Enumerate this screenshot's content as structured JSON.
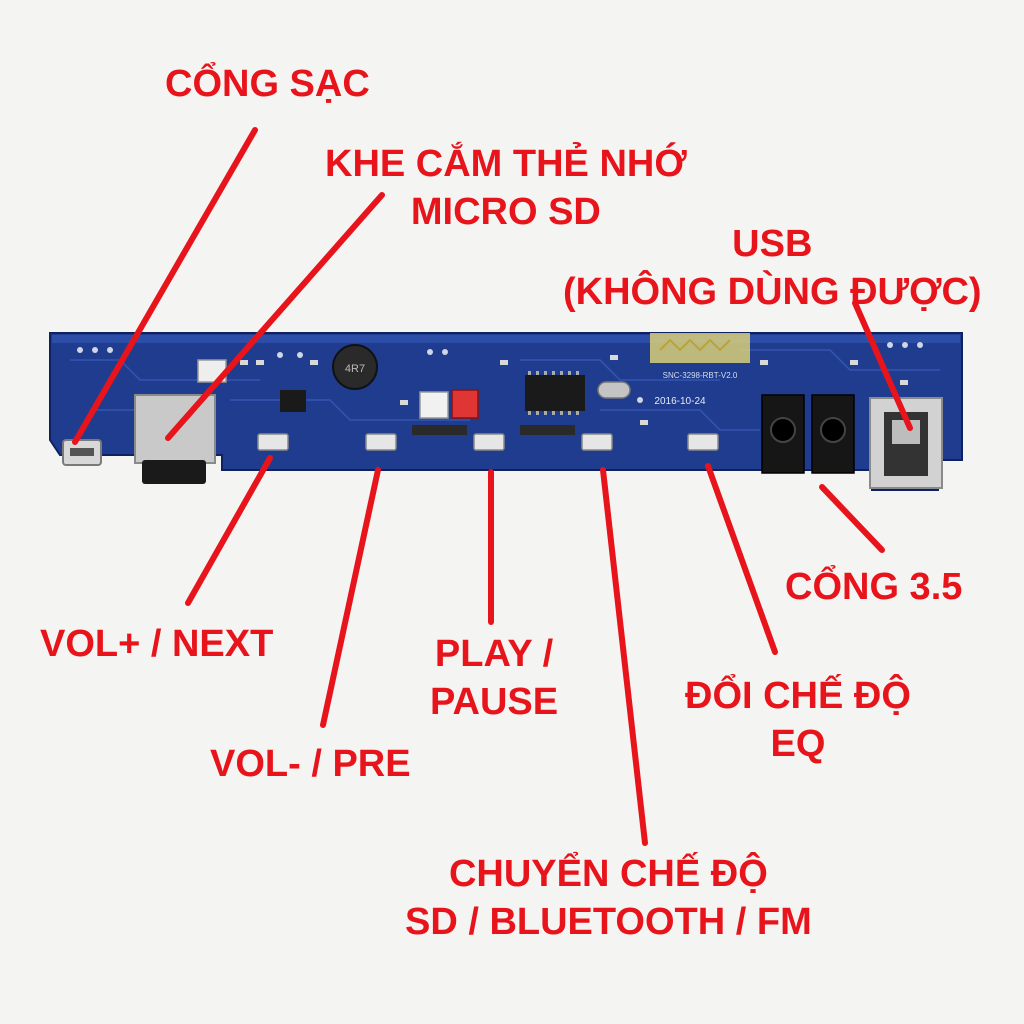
{
  "colors": {
    "label": "#e8141b",
    "leader": "#e8141b",
    "pcb": "#1f3c8f",
    "background": "#f4f4f2"
  },
  "board": {
    "silkscreen_code": "2016-10-24",
    "chip_text": "SNC-3298-RBT-V2.0",
    "inductor_text": "4R7"
  },
  "labels": {
    "cong_sac": "CỔNG SẠC",
    "khe_cam": {
      "line1": "KHE CẮM THẺ NHỚ",
      "line2": "MICRO SD"
    },
    "usb": {
      "line1": "USB",
      "line2": "(KHÔNG DÙNG ĐƯỢC)"
    },
    "cong_35": "CỔNG 3.5",
    "vol_next": "VOL+ / NEXT",
    "vol_pre": "VOL- / PRE",
    "play_pause": {
      "line1": "PLAY /",
      "line2": "PAUSE"
    },
    "doi_che_do": {
      "line1": "ĐỔI CHẾ ĐỘ",
      "line2": "EQ"
    },
    "chuyen_che_do": {
      "line1": "CHUYỂN CHẾ ĐỘ",
      "line2": "SD / BLUETOOTH / FM"
    }
  }
}
